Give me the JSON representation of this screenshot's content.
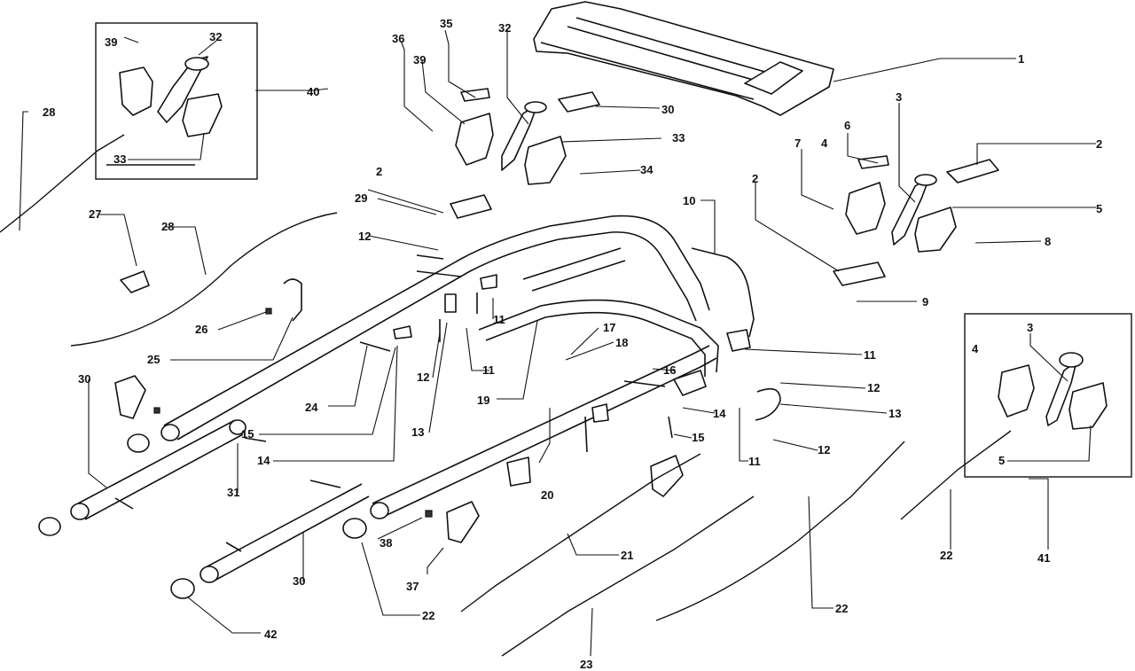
{
  "diagram": {
    "labels": [
      {
        "id": "c1",
        "text": "1"
      },
      {
        "id": "c2a",
        "text": "2"
      },
      {
        "id": "c2b",
        "text": "2"
      },
      {
        "id": "c2c",
        "text": "2"
      },
      {
        "id": "c3a",
        "text": "3"
      },
      {
        "id": "c3b",
        "text": "3"
      },
      {
        "id": "c4a",
        "text": "4"
      },
      {
        "id": "c4b",
        "text": "4"
      },
      {
        "id": "c5a",
        "text": "5"
      },
      {
        "id": "c5b",
        "text": "5"
      },
      {
        "id": "c6",
        "text": "6"
      },
      {
        "id": "c7",
        "text": "7"
      },
      {
        "id": "c8",
        "text": "8"
      },
      {
        "id": "c9",
        "text": "9"
      },
      {
        "id": "c10",
        "text": "10"
      },
      {
        "id": "c11a",
        "text": "11"
      },
      {
        "id": "c11b",
        "text": "11"
      },
      {
        "id": "c11c",
        "text": "11"
      },
      {
        "id": "c11d",
        "text": "11"
      },
      {
        "id": "c12a",
        "text": "12"
      },
      {
        "id": "c12b",
        "text": "12"
      },
      {
        "id": "c12c",
        "text": "12"
      },
      {
        "id": "c12d",
        "text": "12"
      },
      {
        "id": "c13a",
        "text": "13"
      },
      {
        "id": "c13b",
        "text": "13"
      },
      {
        "id": "c14a",
        "text": "14"
      },
      {
        "id": "c14b",
        "text": "14"
      },
      {
        "id": "c15a",
        "text": "15"
      },
      {
        "id": "c15b",
        "text": "15"
      },
      {
        "id": "c16",
        "text": "16"
      },
      {
        "id": "c17",
        "text": "17"
      },
      {
        "id": "c18",
        "text": "18"
      },
      {
        "id": "c19",
        "text": "19"
      },
      {
        "id": "c20",
        "text": "20"
      },
      {
        "id": "c21",
        "text": "21"
      },
      {
        "id": "c22a",
        "text": "22"
      },
      {
        "id": "c22b",
        "text": "22"
      },
      {
        "id": "c22c",
        "text": "22"
      },
      {
        "id": "c23",
        "text": "23"
      },
      {
        "id": "c24",
        "text": "24"
      },
      {
        "id": "c25",
        "text": "25"
      },
      {
        "id": "c26",
        "text": "26"
      },
      {
        "id": "c27",
        "text": "27"
      },
      {
        "id": "c28a",
        "text": "28"
      },
      {
        "id": "c28b",
        "text": "28"
      },
      {
        "id": "c29",
        "text": "29"
      },
      {
        "id": "c30a",
        "text": "30"
      },
      {
        "id": "c30b",
        "text": "30"
      },
      {
        "id": "c30c",
        "text": "30"
      },
      {
        "id": "c31",
        "text": "31"
      },
      {
        "id": "c32a",
        "text": "32"
      },
      {
        "id": "c32b",
        "text": "32"
      },
      {
        "id": "c33a",
        "text": "33"
      },
      {
        "id": "c33b",
        "text": "33"
      },
      {
        "id": "c34",
        "text": "34"
      },
      {
        "id": "c35",
        "text": "35"
      },
      {
        "id": "c36",
        "text": "36"
      },
      {
        "id": "c37",
        "text": "37"
      },
      {
        "id": "c38",
        "text": "38"
      },
      {
        "id": "c39a",
        "text": "39"
      },
      {
        "id": "c39b",
        "text": "39"
      },
      {
        "id": "c40",
        "text": "40"
      },
      {
        "id": "c41",
        "text": "41"
      },
      {
        "id": "c42",
        "text": "42"
      }
    ]
  }
}
